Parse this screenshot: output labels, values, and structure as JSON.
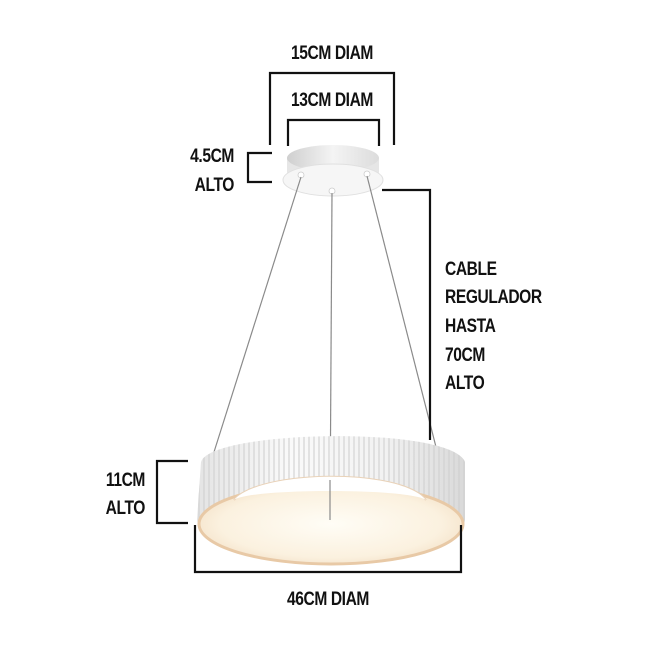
{
  "diagram": {
    "subject": "Pendant ring lamp dimensions",
    "labels": {
      "outer_canopy_diameter": "15CM DIAM",
      "inner_canopy_diameter": "13CM DIAM",
      "canopy_height_line1": "4.5CM",
      "canopy_height_line2": "ALTO",
      "cable_line1": "CABLE",
      "cable_line2": "REGULADOR",
      "cable_line3": "HASTA",
      "cable_line4": "70CM",
      "cable_line5": "ALTO",
      "ring_height_line1": "11CM",
      "ring_height_line2": "ALTO",
      "ring_diameter": "46CM DIAM"
    },
    "colors": {
      "text": "#111111",
      "dimension_lines": "#111111",
      "lamp_body": "#f2f2f2",
      "lamp_shadow": "#d6d6d6",
      "light_glow": "#fbf3e4",
      "light_edge": "#e8c9a6",
      "cable": "#8a8a8a"
    }
  }
}
